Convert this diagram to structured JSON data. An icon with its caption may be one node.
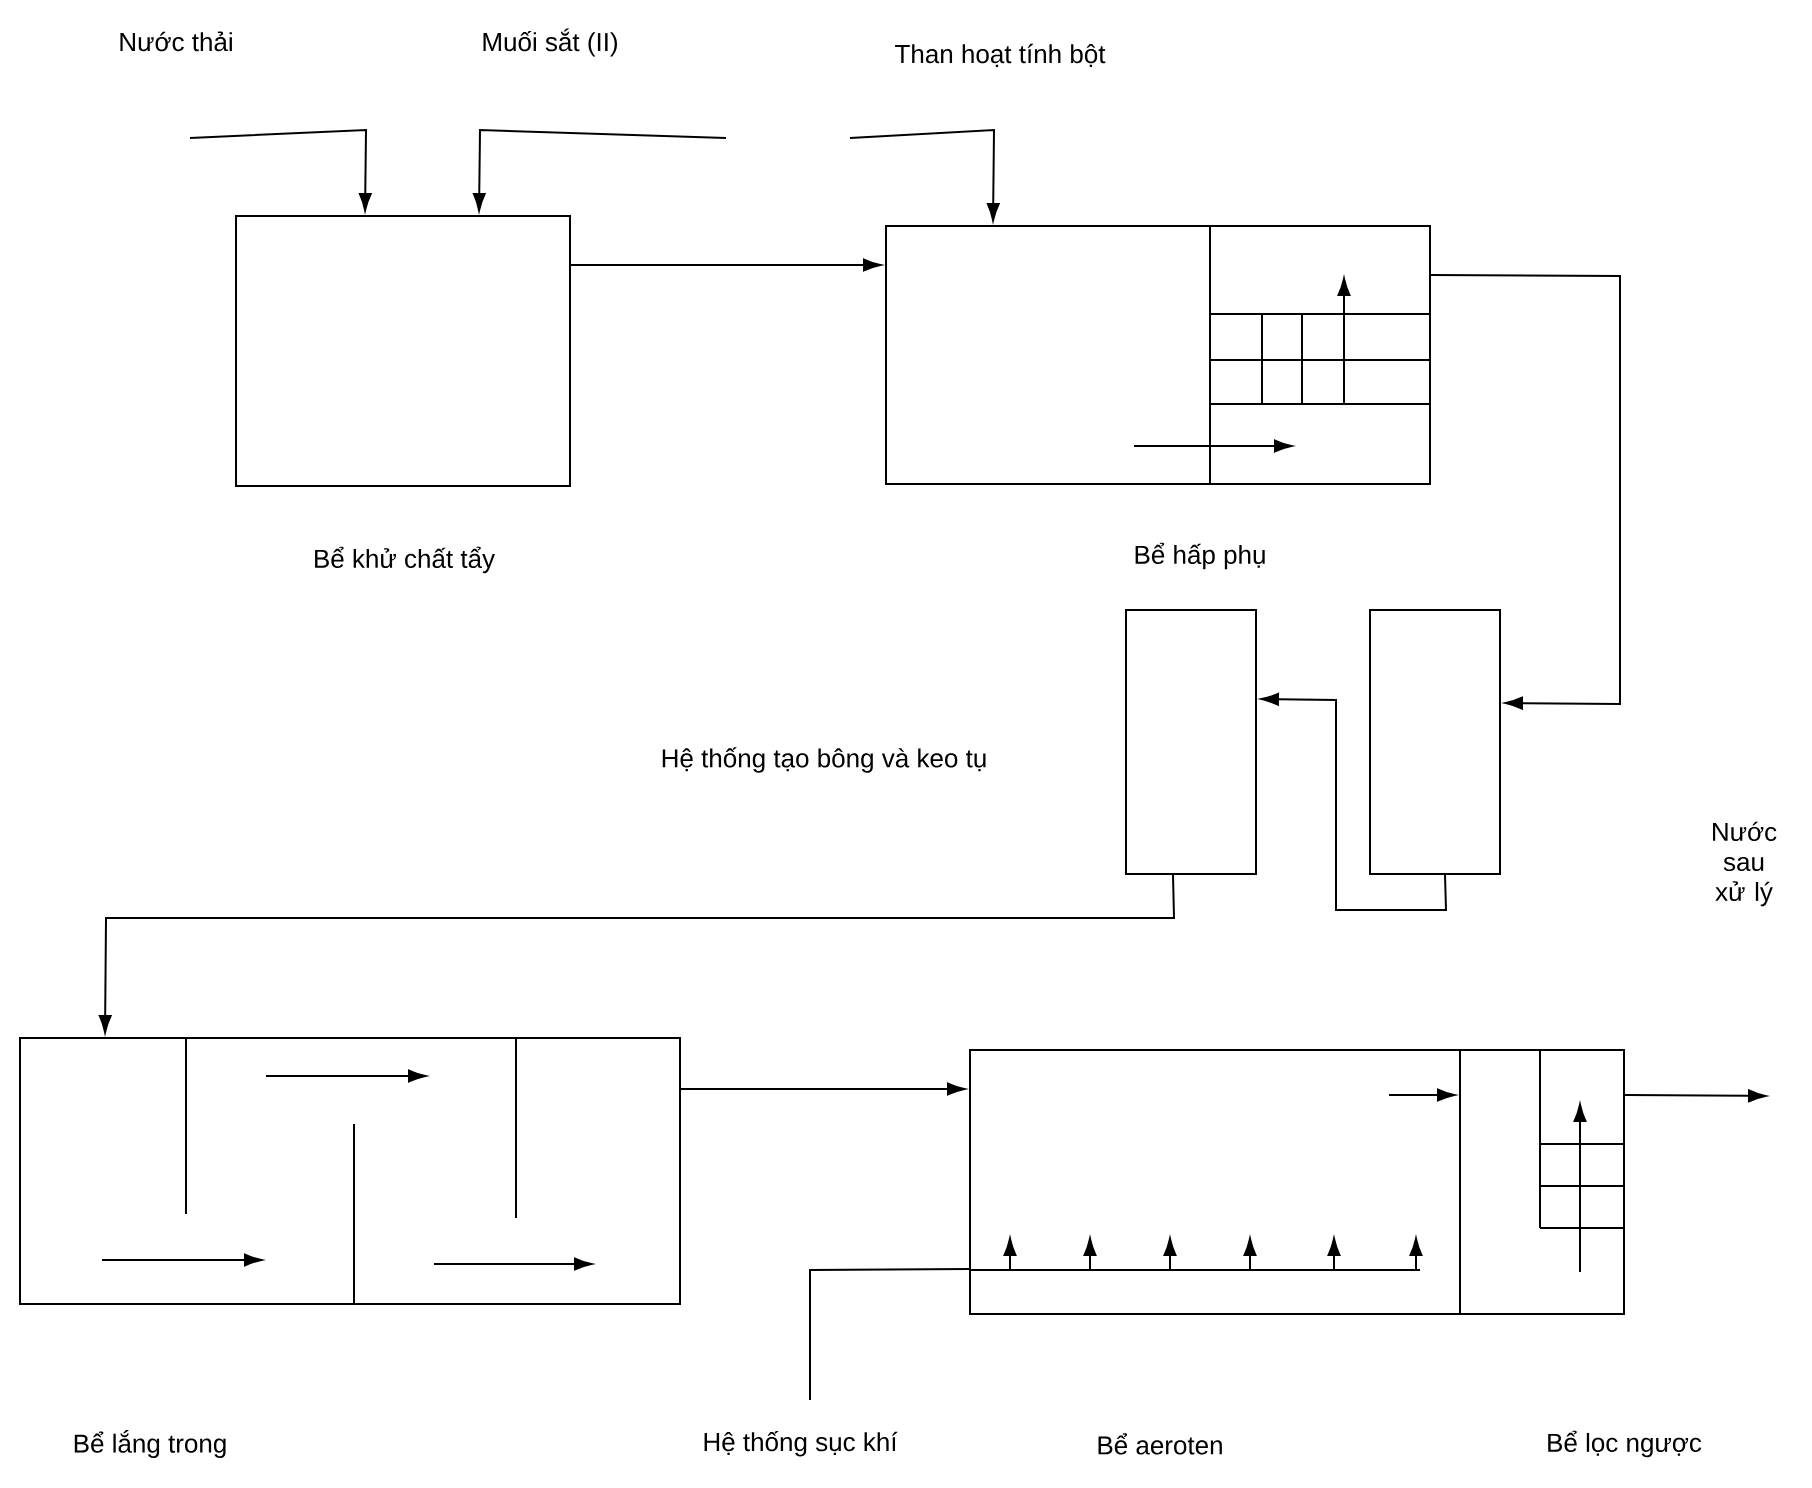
{
  "diagram": {
    "nodes": [
      {
        "text": [
          "Nước thải"
        ]
      },
      {
        "text": [
          "Muối sắt (II)"
        ]
      },
      {
        "text": [
          "Than hoạt tính bột"
        ]
      },
      {
        "text": [
          "Bể khử chất tẩy"
        ]
      },
      {
        "text": [
          "Bể hấp phụ"
        ]
      },
      {
        "text": [],
        "shape": "box"
      },
      {
        "text": [],
        "shape": "box"
      },
      {
        "text": [
          "Bể lắng trong"
        ]
      },
      {
        "text": [
          "Bể aeroten"
        ]
      },
      {
        "text": [
          "Bể lọc ngược"
        ]
      },
      {
        "text": [
          "Hệ thống sục khí"
        ]
      }
    ],
    "edges": [
      {
        "from": 0,
        "to": 3,
        "arrow": "to"
      },
      {
        "from": 1,
        "to": 3,
        "arrow": "to"
      },
      {
        "from": 2,
        "to": 4,
        "arrow": "to"
      },
      {
        "from": 3,
        "to": 4,
        "arrow": "to"
      },
      {
        "from": 4,
        "to": 6,
        "arrow": "to"
      },
      {
        "from": 6,
        "to": 5,
        "arrow": "to"
      },
      {
        "from": 5,
        "to": 7,
        "arrow": "to"
      },
      {
        "from": 7,
        "to": 8,
        "arrow": "to"
      },
      {
        "from": 8,
        "to": 9,
        "arrow": "to"
      },
      {
        "from": 9,
        "to": null,
        "arrow": "to"
      },
      {
        "from": 10,
        "to": 8,
        "arrow": "none"
      }
    ],
    "labels": [
      "Hệ thống tạo bông và keo tụ",
      "Nước sau xử lý"
    ]
  }
}
